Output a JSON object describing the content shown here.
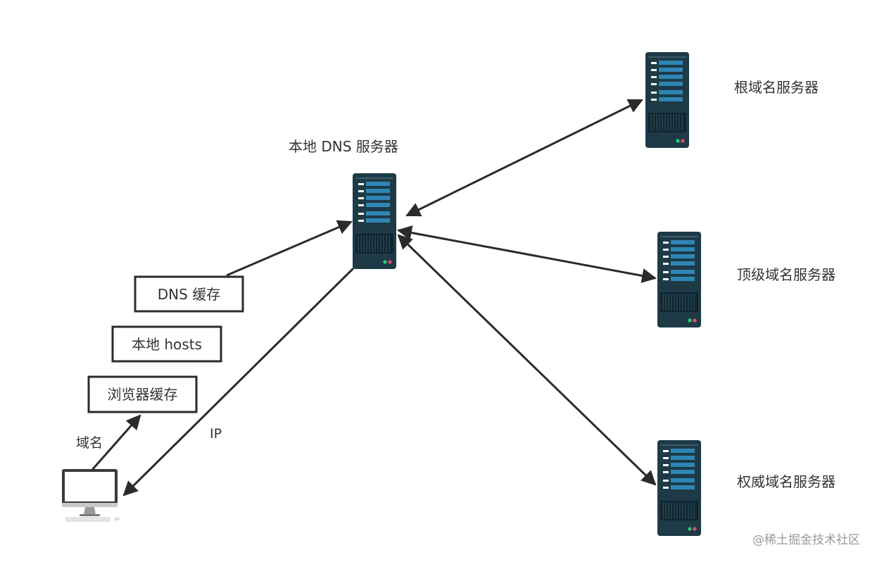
{
  "labels": {
    "local_dns_server": "本地 DNS 服务器",
    "root_server": "根域名服务器",
    "tld_server": "顶级域名服务器",
    "auth_server": "权威域名服务器",
    "domain": "域名",
    "ip": "IP"
  },
  "cache_boxes": {
    "dns_cache": "DNS 缓存",
    "local_hosts": "本地 hosts",
    "browser_cache": "浏览器缓存"
  },
  "watermark": "@稀土掘金技术社区",
  "colors": {
    "server_body": "#1e3a47",
    "server_bar": "#2f86b5",
    "arrow": "#2b2b2b",
    "led_green": "#2ecc71",
    "led_red": "#e84a6a"
  }
}
